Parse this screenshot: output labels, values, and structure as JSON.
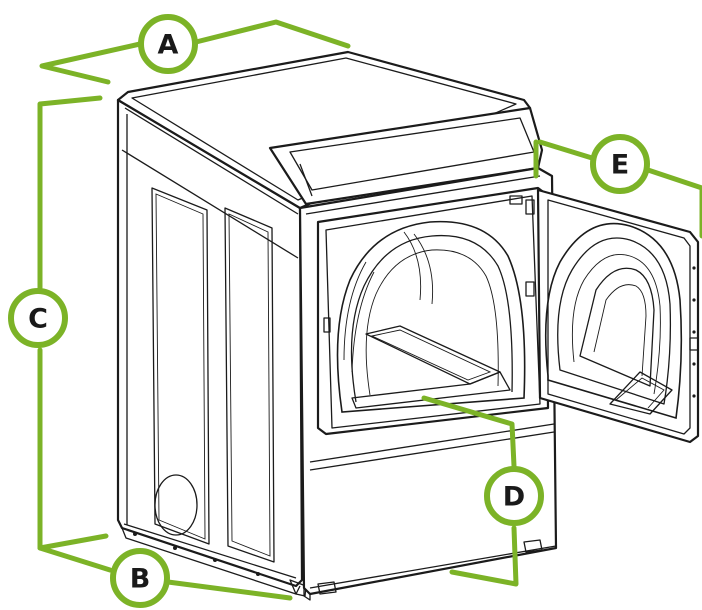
{
  "diagram": {
    "accent_color": "#7cb327",
    "labels": {
      "A": "A",
      "B": "B",
      "C": "C",
      "D": "D",
      "E": "E"
    }
  }
}
